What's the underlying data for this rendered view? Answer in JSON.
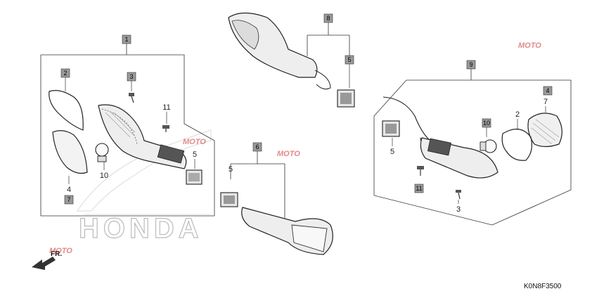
{
  "diagram_code": "K0N8F3500",
  "watermark": "HONDA",
  "front_marker": "FR.",
  "logo_text": "MOTO",
  "groups": [
    {
      "id": "g1",
      "number": "1",
      "parts": [
        "2",
        "3",
        "4",
        "7",
        "10",
        "11",
        "5"
      ]
    },
    {
      "id": "g6",
      "number": "6",
      "parts": [
        "5"
      ]
    },
    {
      "id": "g8",
      "number": "8",
      "parts": [
        "5"
      ]
    },
    {
      "id": "g9",
      "number": "9",
      "parts": [
        "4",
        "7",
        "2",
        "10",
        "5",
        "11",
        "3"
      ]
    }
  ],
  "callouts": {
    "g1_box": "1",
    "g1_2_box": "2",
    "g1_3_box": "3",
    "g1_11": "11",
    "g1_5": "5",
    "g1_10": "10",
    "g1_4": "4",
    "g1_7_box": "7",
    "g6_box": "6",
    "g6_5": "5",
    "g8_box": "8",
    "g8_5_box": "5",
    "g9_box": "9",
    "g9_4_box": "4",
    "g9_7": "7",
    "g9_2": "2",
    "g9_10_box": "10",
    "g9_5": "5",
    "g9_11_box": "11",
    "g9_3": "3"
  }
}
